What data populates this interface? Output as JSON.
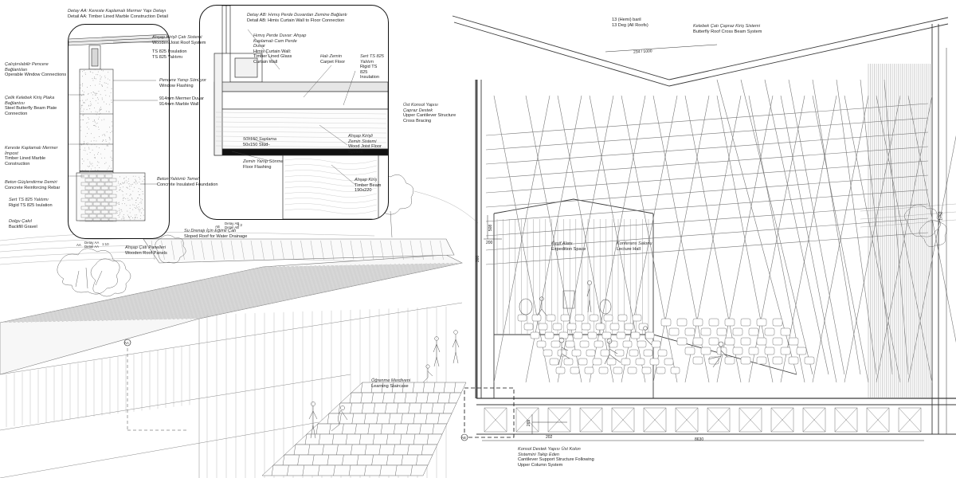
{
  "detail_aa": {
    "title_tr": "Detay AA: Kereste Kaplamalı Mermer Yapı Detayı",
    "title_en": "Detail AA: Timber Lined Marble Construction Detail",
    "tag_tr": "Detay AA",
    "tag_en": "Detail AA",
    "scale": "1:10",
    "callout": "AA"
  },
  "detail_ab": {
    "title_tr": "Detay AB: Hımış Perde Duvardan Zemine Bağlantı",
    "title_en": "Detail AB: Himis Curtain Wall to Floor Connection",
    "tag_tr": "Detay AB",
    "tag_en": "Detail AB",
    "scale": "1:2",
    "callout": "AB"
  },
  "aa_labels": [
    {
      "tr": "Ahşap Kirişli Çatı Sistemi",
      "en": "Wooden Joist Roof System"
    },
    {
      "tr": "TS 825 Insulation",
      "en": "TS 825 Yalıtımı"
    },
    {
      "tr": "Çalıştırılabilir Pencere Bağlantıları",
      "en": "Operable Window Connections"
    },
    {
      "tr": "Pencere Yanıp Sönüyor",
      "en": "Window Flashing"
    },
    {
      "tr": "914mm Mermer Duvar",
      "en": "914mm Marble Wall"
    },
    {
      "tr": "Çelik Kelebek Kiriş Plaka Bağlantısı",
      "en": "Steel Butterfly Beam Plate Connection"
    },
    {
      "tr": "Kereste Kaplamalı Mermer İmpost",
      "en": "Timber Lined Marble Construction"
    },
    {
      "tr": "Beton Yalıtımlı Temel",
      "en": "Concrete Insulated Foundation"
    },
    {
      "tr": "Beton Güçlendirme Demiri",
      "en": "Concrete Reinforcing Rebar"
    },
    {
      "tr": "Sert TS 825 Yalıtımı",
      "en": "Rigid TS 825 Isulation"
    },
    {
      "tr": "Dolgu Çakıl",
      "en": "Backfill Gravel"
    }
  ],
  "ab_labels": [
    {
      "tr": "Hımış Perde Duvar: Ahşap Kaplamalı Cam Perde Duvar",
      "en": "Himis Curtain Wall: Timber Lined Glass Curtain Wall"
    },
    {
      "tr": "Halı Zemin",
      "en": "Carpet Floor"
    },
    {
      "tr": "Sert TS 825 Yalıtım",
      "en": "Rigid TS 825 Insulation"
    },
    {
      "tr": "50x150 Saplama",
      "en": "50x150 Stud"
    },
    {
      "tr": "Ahşap Kirişli Zemin Sistemi",
      "en": "Wood Joist Floor System"
    },
    {
      "tr": "Zemin Yanıp Sönme",
      "en": "Floor Flashing"
    },
    {
      "tr": "Ahşap Kiriş",
      "en": "Timber Beam"
    },
    {
      "tr": "190x220",
      "en": ""
    }
  ],
  "section_labels": {
    "roof_slope": {
      "tr": "13 (Hemi) baril",
      "en": "13 Deg (All Roofs)"
    },
    "butterfly": {
      "tr": "Kelebek Çatı Çapraz Kiriş Sistemi",
      "en": "Butterfly Roof Cross Beam System"
    },
    "bracing": {
      "tr": "Üst Konsol Yapısı Çapraz Destek",
      "en": "Upper Cantilever Structure Cross Bracing"
    },
    "drainage": {
      "tr": "Su Drenajı İçin Eğimli Çatı",
      "en": "Sloped Roof for Water Drainage"
    },
    "roof_panels": {
      "tr": "Ahşap Çatı Panelleri",
      "en": "Wooden Roof Panels"
    },
    "expedition": {
      "tr": "Keşif Alanı",
      "en": "Expedition Space"
    },
    "lecture": {
      "tr": "Konferans Salonu",
      "en": "Lecture Hall"
    },
    "staircase": {
      "tr": "Öğrenme Merdiveni",
      "en": "Learning Staircase"
    },
    "cantilever": {
      "tr": "Konsol Destek Yapısı Üst Kolon Sistemini Takip Eden",
      "en": "Cantilever Support Structure Following Upper Column System"
    }
  },
  "dimensions": {
    "roof_slope": "234 / 1000",
    "d508": "508",
    "d200": "200",
    "d300": "300",
    "d265": "265",
    "d202": "202",
    "d8630": "8630",
    "d1752": "1752"
  },
  "colors": {
    "line": "#3a3a3a",
    "light": "#a8a8a8",
    "panel_border": "#111111",
    "bg": "#ffffff"
  }
}
